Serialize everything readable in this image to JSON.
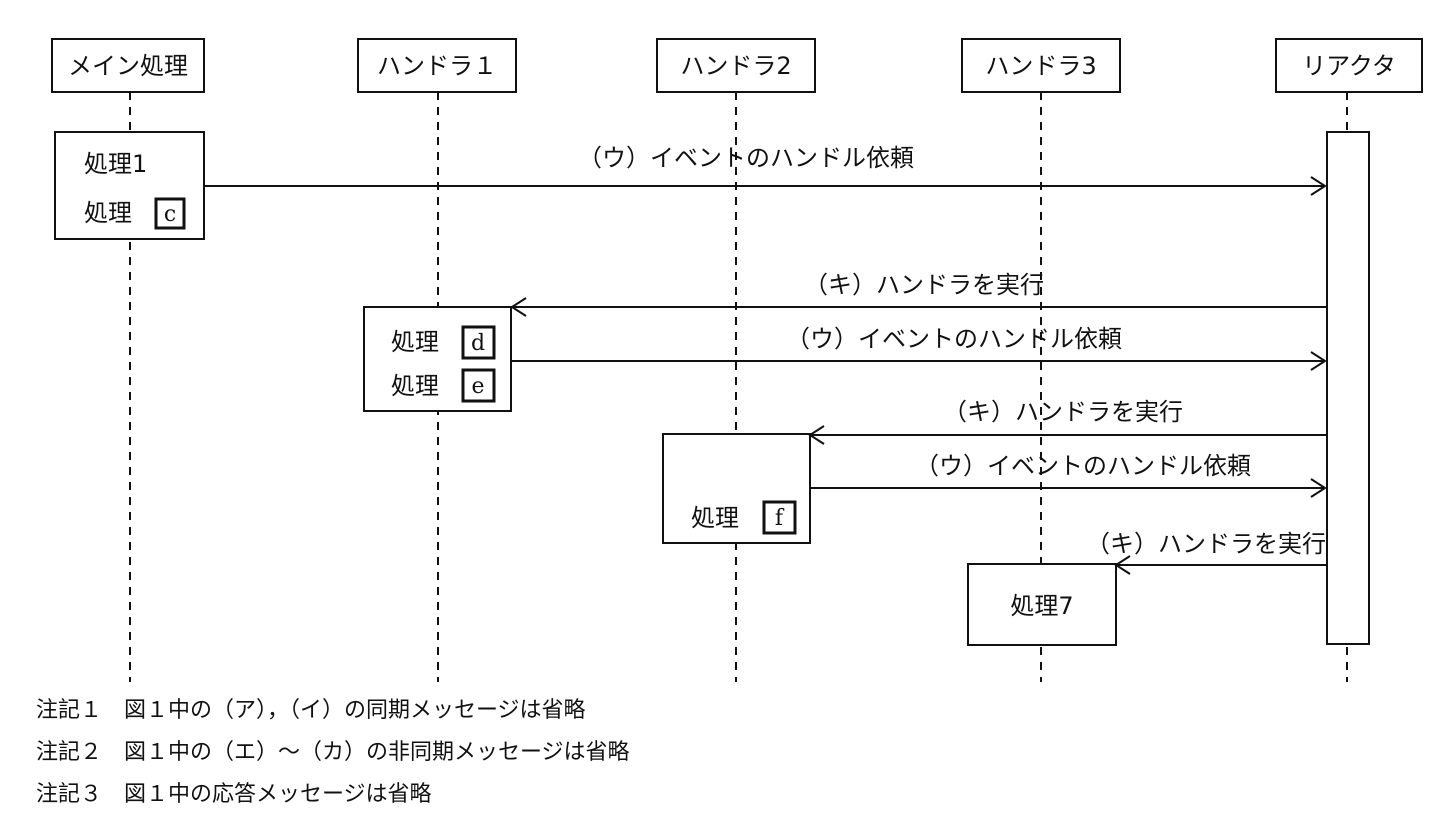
{
  "lanes": [
    {
      "id": "main",
      "label": "メイン処理"
    },
    {
      "id": "h1",
      "label": "ハンドラ１"
    },
    {
      "id": "h2",
      "label": "ハンドラ2"
    },
    {
      "id": "h3",
      "label": "ハンドラ3"
    },
    {
      "id": "reactor",
      "label": "リアクタ"
    }
  ],
  "activations": {
    "main": {
      "lines": [
        {
          "text": "処理1",
          "blank": ""
        },
        {
          "text": "処理",
          "blank": "c"
        }
      ]
    },
    "h1": {
      "lines": [
        {
          "text": "処理",
          "blank": "d"
        },
        {
          "text": "処理",
          "blank": "e"
        }
      ]
    },
    "h2": {
      "lines": [
        {
          "text": "処理",
          "blank": "f"
        }
      ]
    },
    "h3": {
      "lines": [
        {
          "text": "処理7",
          "blank": ""
        }
      ]
    }
  },
  "messages": [
    {
      "from": "main",
      "to": "reactor",
      "label": "（ウ）イベントのハンドル依頼"
    },
    {
      "from": "reactor",
      "to": "h1",
      "label": "（キ）ハンドラを実行"
    },
    {
      "from": "h1",
      "to": "reactor",
      "label": "（ウ）イベントのハンドル依頼"
    },
    {
      "from": "reactor",
      "to": "h2",
      "label": "（キ）ハンドラを実行"
    },
    {
      "from": "h2",
      "to": "reactor",
      "label": "（ウ）イベントのハンドル依頼"
    },
    {
      "from": "reactor",
      "to": "h3",
      "label": "（キ）ハンドラを実行"
    }
  ],
  "notes": [
    "注記１　図１中の（ア），（イ）の同期メッセージは省略",
    "注記２　図１中の（エ）～（カ）の非同期メッセージは省略",
    "注記３　図１中の応答メッセージは省略"
  ]
}
